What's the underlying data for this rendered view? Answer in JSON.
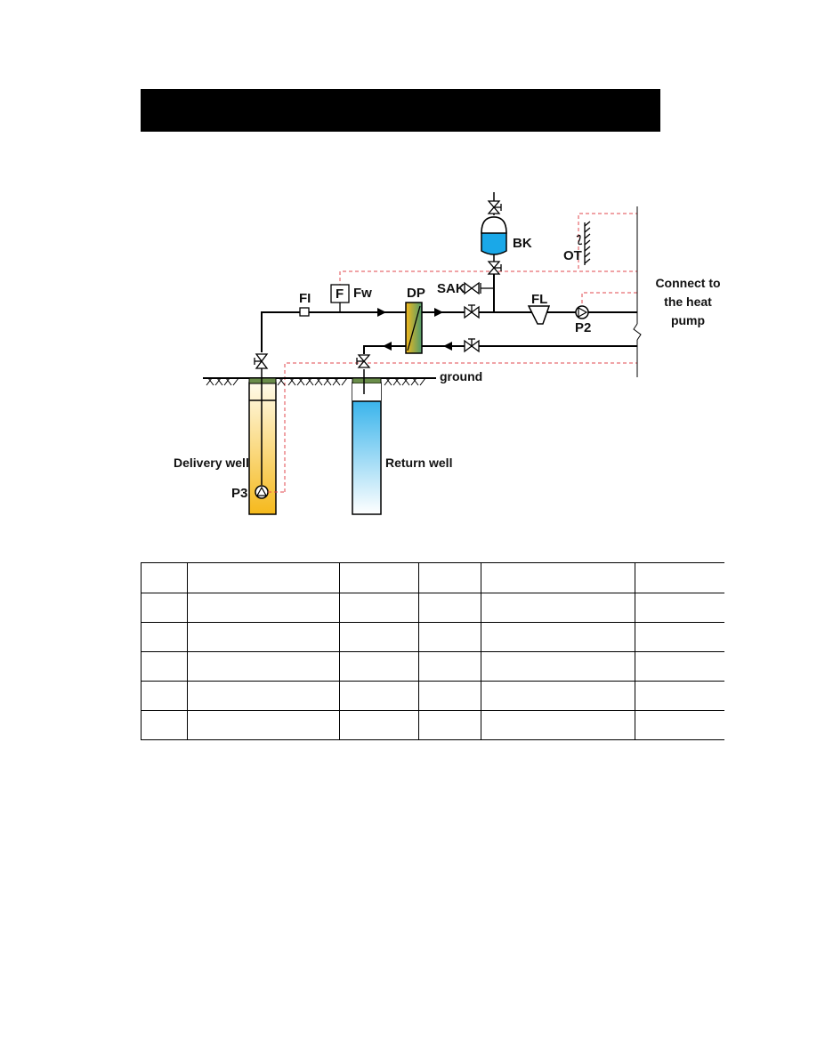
{
  "header": {
    "title": ""
  },
  "diagram": {
    "labels": {
      "fi": "FI",
      "f_box": "F",
      "fw": "Fw",
      "dp": "DP",
      "sak": "SAK",
      "bk": "BK",
      "ot": "OT",
      "fl": "FL",
      "p2": "P2",
      "p3": "P3",
      "ground": "ground",
      "delivery_well": "Delivery  well",
      "return_well": "Return well",
      "connect_line1": "Connect to",
      "connect_line2": "the heat",
      "connect_line3": "pump"
    },
    "colors": {
      "pipe": "#000000",
      "signal_line": "#e0474c",
      "delivery_fill_top": "#fffbea",
      "delivery_fill_bottom": "#f5b91c",
      "return_fill_top": "#1aa8e8",
      "return_fill_bottom": "#ffffff",
      "tank": "#1aa8e8",
      "exchanger_left": "#f5b91c",
      "exchanger_right": "#4f9b6c",
      "well_cap": "#6a8d4a"
    }
  },
  "legend_table": {
    "rows": [
      [
        "",
        "",
        "",
        "",
        "",
        ""
      ],
      [
        "",
        "",
        "",
        "",
        "",
        ""
      ],
      [
        "",
        "",
        "",
        "",
        "",
        ""
      ],
      [
        "",
        "",
        "",
        "",
        "",
        ""
      ],
      [
        "",
        "",
        "",
        "",
        "",
        ""
      ],
      [
        "",
        "",
        "",
        "",
        "",
        ""
      ]
    ]
  }
}
